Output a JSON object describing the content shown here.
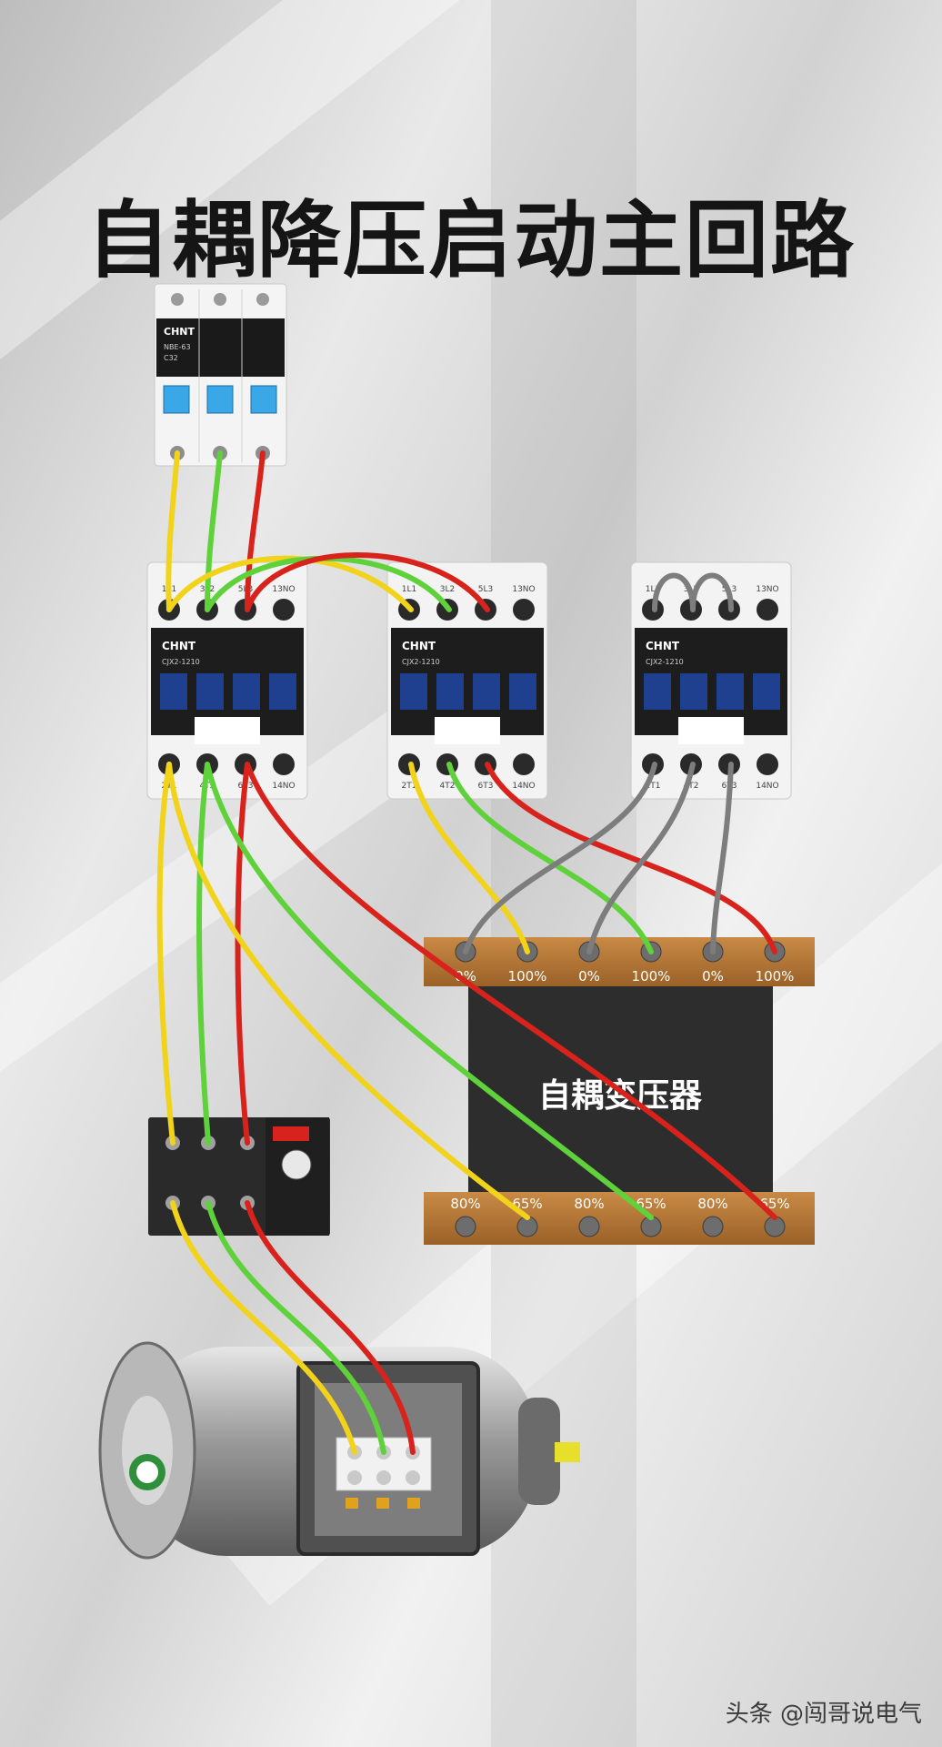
{
  "title": "自耦降压启动主回路",
  "brand": "CHNT",
  "breaker": {
    "model": "NBE-63",
    "rating": "C32"
  },
  "contactor_model": "CJX2-1210",
  "contactor_terminals": {
    "top": [
      "1L1",
      "3L2",
      "5L3",
      "13NO"
    ],
    "bottom": [
      "2T1",
      "4T2",
      "6T3",
      "14NO"
    ]
  },
  "transformer": {
    "label": "自耦变压器",
    "top_taps": [
      "0%",
      "100%",
      "0%",
      "100%",
      "0%",
      "100%"
    ],
    "bottom_taps": [
      "80%",
      "65%",
      "80%",
      "65%",
      "80%",
      "65%"
    ]
  },
  "watermark": "头条 @闯哥说电气",
  "wire_colors": {
    "yellow": "#f2d31b",
    "green": "#5fd13a",
    "red": "#d8231c",
    "gray": "#7d7d7d"
  }
}
